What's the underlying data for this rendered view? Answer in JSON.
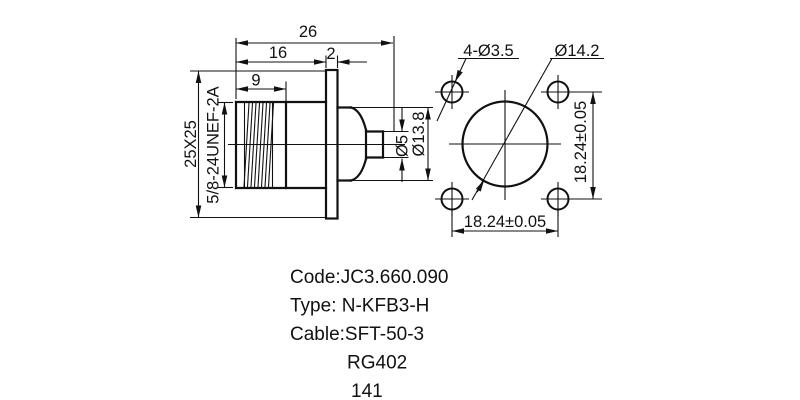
{
  "side_view": {
    "dims": {
      "overall_length": "26",
      "body_length": "16",
      "flange_thickness": "2",
      "thread_length": "9",
      "flange_square": "25X25",
      "thread_spec": "5/8-24UNEF-2A",
      "stub_diameter": "Ø5",
      "boss_diameter": "Ø13.8"
    }
  },
  "front_view": {
    "dims": {
      "mounting_holes": "4-Ø3.5",
      "center_hole": "Ø14.2",
      "hole_spacing_horizontal": "18.24±0.05",
      "hole_spacing_vertical": "18.24±0.05"
    }
  },
  "notes": {
    "lines": [
      "Code:JC3.660.090",
      "Type: N-KFB3-H",
      "Cable:SFT-50-3",
      "RG402",
      "141"
    ]
  },
  "colors": {
    "line": "#111111",
    "background": "#ffffff"
  }
}
